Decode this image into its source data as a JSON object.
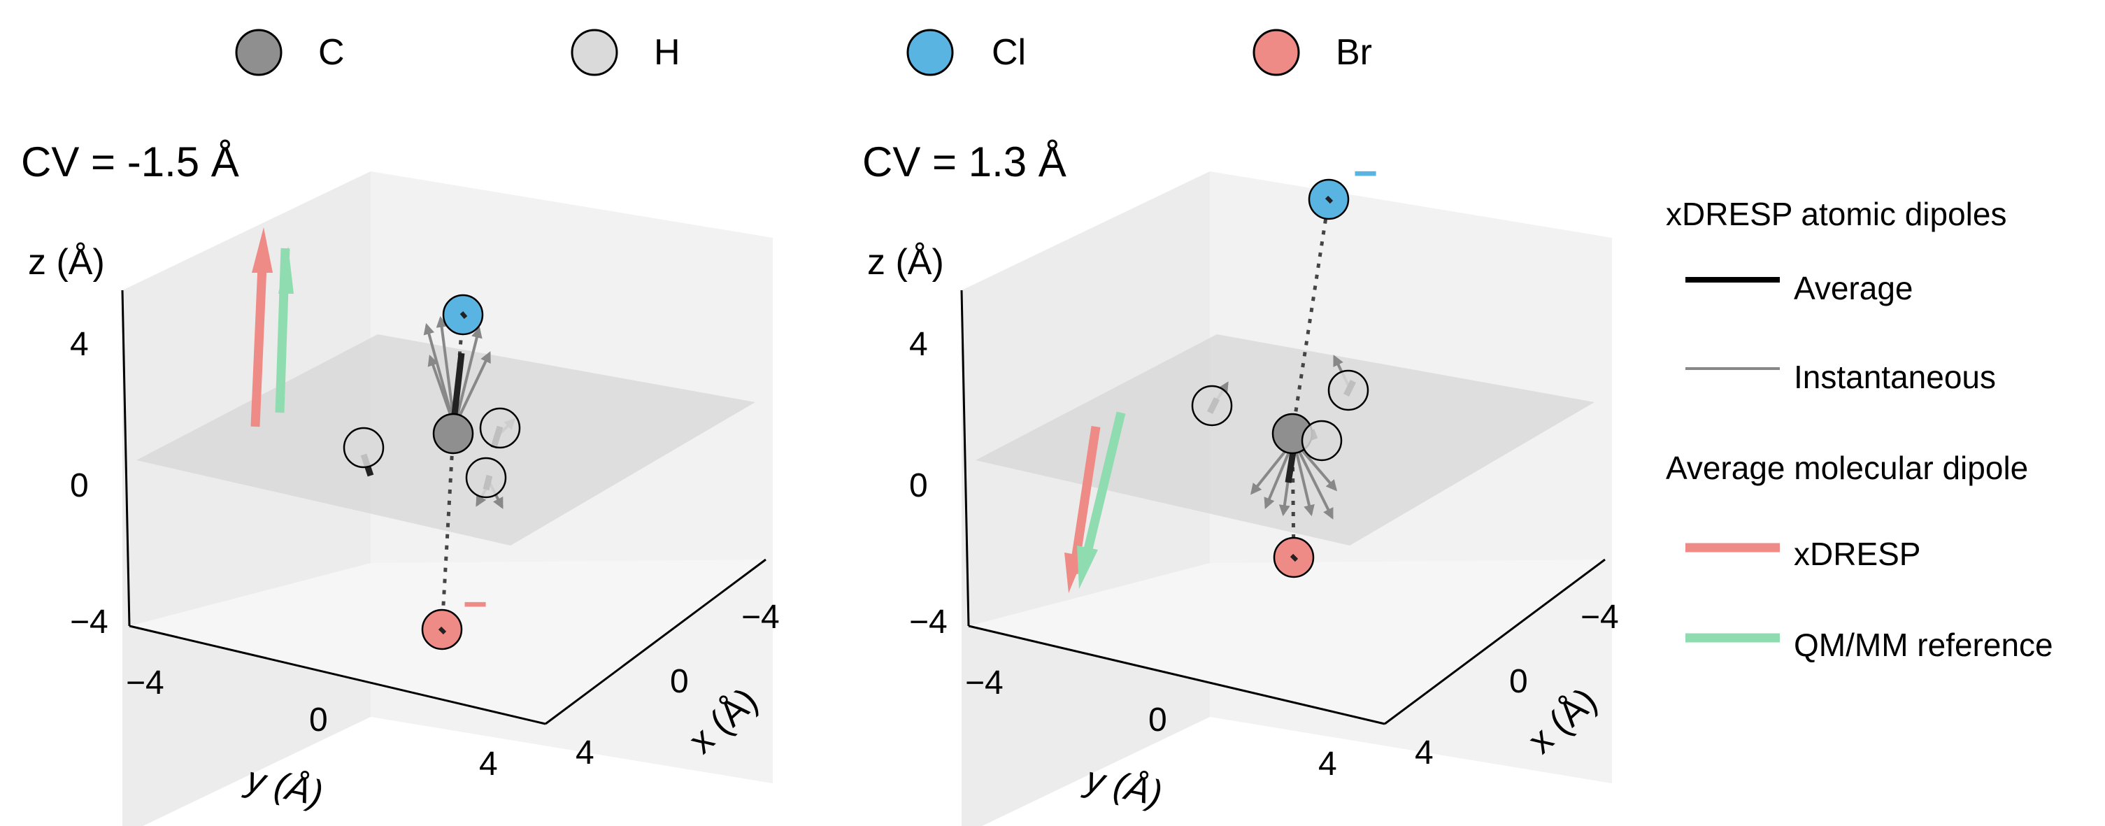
{
  "legend_top": {
    "entries": [
      {
        "label": "C",
        "color": "#8f8f8f"
      },
      {
        "label": "H",
        "color": "#dadada"
      },
      {
        "label": "Cl",
        "color": "#5ab4e2"
      },
      {
        "label": "Br",
        "color": "#ef8b86"
      }
    ]
  },
  "legend_right": {
    "group1_title": "xDRESP atomic dipoles",
    "average_label": "Average",
    "instantaneous_label": "Instantaneous",
    "group2_title": "Average molecular dipole",
    "xdresp_label": "xDRESP",
    "reference_label": "QM/MM reference",
    "xdresp_color": "#ef8b86",
    "reference_color": "#8fdcb0"
  },
  "chart_data": [
    {
      "type": "3d-molecule",
      "title": "CV = -1.5 Å",
      "xlabel": "x (Å)",
      "ylabel": "y (Å)",
      "zlabel": "z (Å)",
      "x_ticks": [
        "4",
        "0",
        "−4"
      ],
      "y_ticks": [
        "−4",
        "0",
        "4"
      ],
      "z_ticks": [
        "4",
        "0",
        "−4"
      ],
      "minus_marker": "−",
      "minus_marker_atom": "Br"
    },
    {
      "type": "3d-molecule",
      "title": "CV = 1.3 Å",
      "xlabel": "x (Å)",
      "ylabel": "y (Å)",
      "zlabel": "z (Å)",
      "x_ticks": [
        "4",
        "0",
        "−4"
      ],
      "y_ticks": [
        "−4",
        "0",
        "4"
      ],
      "z_ticks": [
        "4",
        "0",
        "−4"
      ],
      "minus_marker": "−",
      "minus_marker_atom": "Cl"
    }
  ]
}
